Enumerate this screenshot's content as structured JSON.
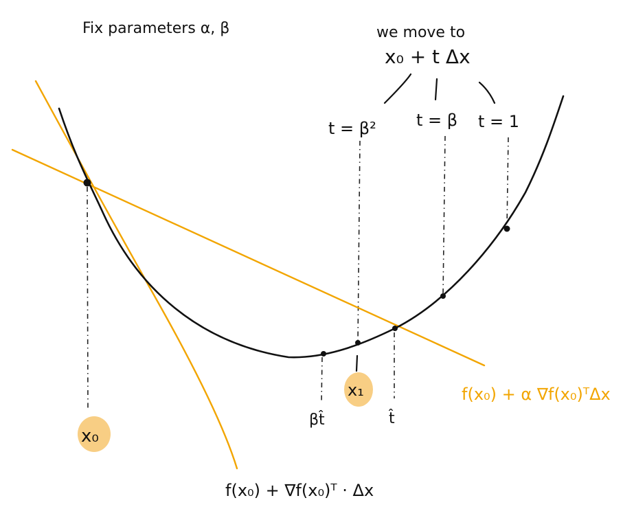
{
  "header": {
    "title": "Fix parameters α, β"
  },
  "move": {
    "line1": "we move to",
    "line2": "x₀ + t Δx"
  },
  "t_values": [
    {
      "label": "t = β²"
    },
    {
      "label": "t = β"
    },
    {
      "label": "t = 1"
    }
  ],
  "points": {
    "x0": "x₀",
    "x1": "x₁",
    "beta_t_hat": "βt̂",
    "t_hat": "t̂"
  },
  "lines": {
    "tangent": "f(x₀) + ∇f(x₀)ᵀ · Δx",
    "armijo": "f(x₀) + α ∇f(x₀)ᵀΔx"
  },
  "colors": {
    "ink": "#111111",
    "orange": "#f2a500",
    "highlight": "#f7c56e"
  }
}
